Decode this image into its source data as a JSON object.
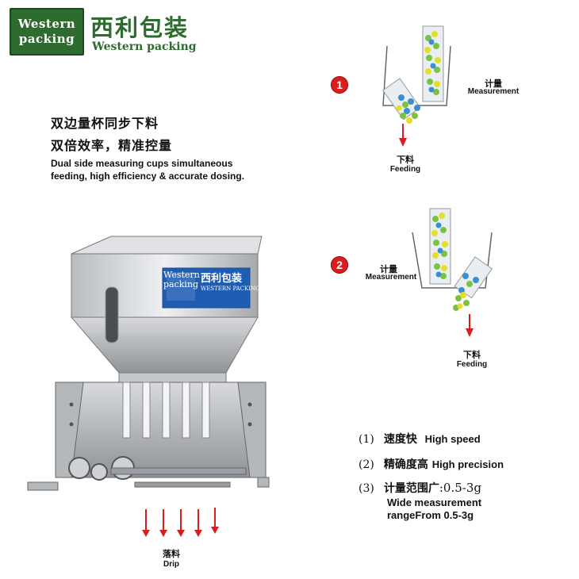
{
  "logo": {
    "box_line1": "Western",
    "box_line2": "packing",
    "cn_name": "西利包装",
    "en_name": "Western packing"
  },
  "headline": {
    "cn_line1": "双边量杯同步下料",
    "cn_line2": "双倍效率，精准控量",
    "en_line1": "Dual side measuring cups simultaneous",
    "en_line2": "feeding, high efficiency & accurate dosing."
  },
  "machine": {
    "plate_en_top": "Western",
    "plate_en_bottom": "packing",
    "plate_cn": "西利包装",
    "plate_en_small": "WESTERN PACKING",
    "drip_cn": "落料",
    "drip_en": "Drip"
  },
  "steps": [
    {
      "badge": "1",
      "measure_cn": "计量",
      "measure_en": "Measurement",
      "feed_cn": "下料",
      "feed_en": "Feeding"
    },
    {
      "badge": "2",
      "measure_cn": "计量",
      "measure_en": "Measurement",
      "feed_cn": "下料",
      "feed_en": "Feeding"
    }
  ],
  "features": [
    {
      "num": "(1)",
      "cn": "速度快",
      "en": "High speed"
    },
    {
      "num": "(2)",
      "cn": "精确度高",
      "en": "High precision"
    },
    {
      "num": "(3)",
      "cn": "计量范围广",
      "range": ":0.5-3g",
      "extra_line1": "Wide measurement",
      "extra_line2": "rangeFrom 0.5-3g"
    }
  ],
  "colors": {
    "brand_green": "#2e6b2f",
    "accent_red": "#d81e1e",
    "plate_blue": "#1f5db3"
  }
}
